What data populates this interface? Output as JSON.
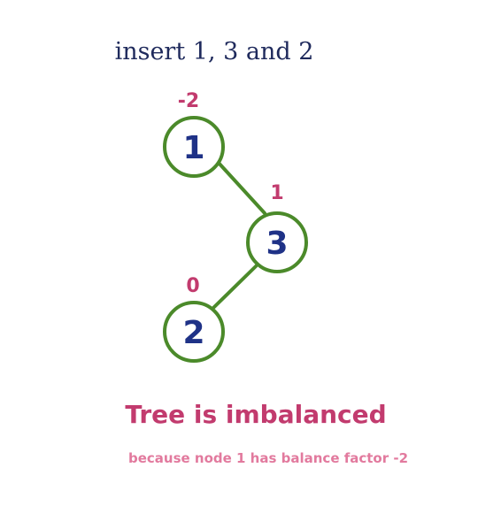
{
  "title": "insert 1, 3 and 2",
  "nodes": [
    {
      "id": "1",
      "label": "1",
      "balance_factor": "-2"
    },
    {
      "id": "3",
      "label": "3",
      "balance_factor": "1"
    },
    {
      "id": "2",
      "label": "2",
      "balance_factor": "0"
    }
  ],
  "edges": [
    {
      "from": "1",
      "to": "3",
      "side": "right"
    },
    {
      "from": "3",
      "to": "2",
      "side": "left"
    }
  ],
  "status": {
    "headline": "Tree is imbalanced",
    "reason": "because node 1 has balance factor -2"
  },
  "colors": {
    "title": "#1f2a5c",
    "node_text": "#1f3287",
    "node_stroke": "#4b8a2a",
    "edge": "#4b8a2a",
    "balance_factor": "#c23b6e",
    "headline": "#c23b6e",
    "reason": "#e27a9e"
  }
}
